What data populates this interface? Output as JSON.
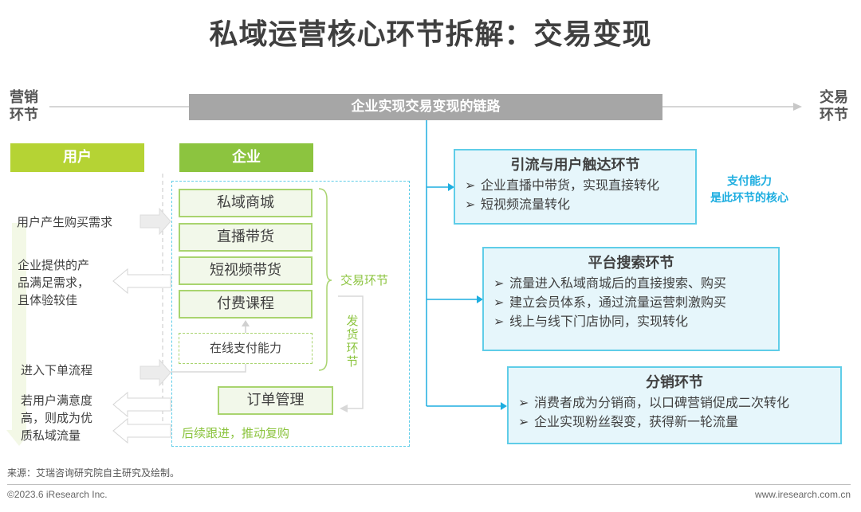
{
  "title": "私域运营核心环节拆解：交易变现",
  "left_label": [
    "营销",
    "环节"
  ],
  "right_label": [
    "交易",
    "环节"
  ],
  "chain_bar": "企业实现交易变现的链路",
  "user_header": "用户",
  "enterprise_header": "企业",
  "user_steps": [
    {
      "lines": [
        "用户产生购买需求"
      ]
    },
    {
      "lines": [
        "企业提供的产",
        "品满足需求，",
        "且体验较佳"
      ]
    },
    {
      "lines": [
        "进入下单流程"
      ]
    },
    {
      "lines": [
        "若用户满意度",
        "高，则成为优",
        "质私域流量"
      ]
    }
  ],
  "enterprise_items": [
    "私域商城",
    "直播带货",
    "短视频带货",
    "付费课程"
  ],
  "payment_capability": "在线支付能力",
  "order_management": "订单管理",
  "trade_stage_label": "交易环节",
  "delivery_stage_label": [
    "发",
    "货",
    "环",
    "节"
  ],
  "follow_up": "后续跟进，推动复购",
  "stages": [
    {
      "title": "引流与用户触达环节",
      "bullets": [
        "企业直播中带货，实现直接转化",
        "短视频流量转化"
      ]
    },
    {
      "title": "平台搜索环节",
      "bullets": [
        "流量进入私域商城后的直接搜索、购买",
        "建立会员体系，通过流量运营刺激购买",
        "线上与线下门店协同，实现转化"
      ]
    },
    {
      "title": "分销环节",
      "bullets": [
        "消费者成为分销商，以口碑营销促成二次转化",
        "企业实现粉丝裂变，获得新一轮流量"
      ]
    }
  ],
  "bullet_marker": "➢",
  "payment_note": [
    "支付能力",
    "是此环节的核心"
  ],
  "source": "来源：艾瑞咨询研究院自主研究及绘制。",
  "copyright": "©2023.6 iResearch Inc.",
  "website": "www.iresearch.com.cn",
  "colors": {
    "user_green": "#b5d334",
    "enterprise_green": "#8cc43f",
    "accent_blue": "#1eaee0",
    "box_border_blue": "#5fcde8",
    "gray_bar": "#a6a6a6"
  }
}
